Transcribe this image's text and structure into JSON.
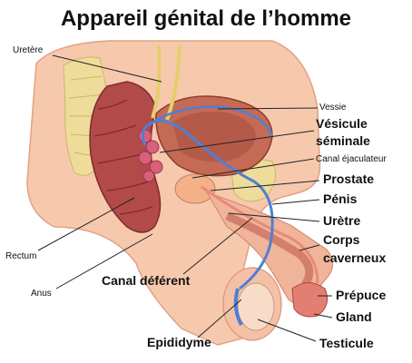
{
  "title": "Appareil génital de l’homme",
  "labels": {
    "uretere": "Uretère",
    "vessie": "Vessie",
    "vesicule_1": "Vésicule",
    "vesicule_2": "séminale",
    "canal_ejaculateur": "Canal éjaculateur",
    "prostate": "Prostate",
    "penis": "Pénis",
    "uretre": "Urètre",
    "corps_1": "Corps",
    "corps_2": "caverneux",
    "rectum": "Rectum",
    "anus": "Anus",
    "canal_deferent": "Canal déférent",
    "prepuce": "Prépuce",
    "gland": "Gland",
    "epididyme": "Epididyme",
    "testicule": "Testicule"
  },
  "colors": {
    "skin": "#f6c9ad",
    "skin_dark": "#e8a789",
    "bone": "#eedc9a",
    "rectum": "#b24a4a",
    "bladder": "#c46a55",
    "vas_deferens": "#4f7fd6",
    "ureter": "#e4cf6a",
    "seminal": "#d8607a",
    "prostate": "#f2b189"
  }
}
